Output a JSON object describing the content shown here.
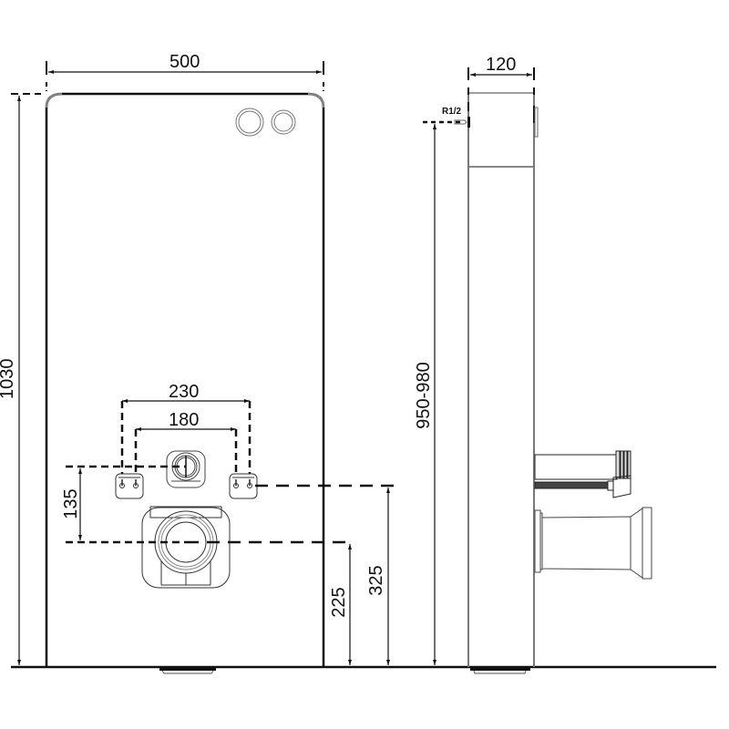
{
  "drawing": {
    "title": "Wall-hung WC installation frame - front and side view",
    "colors": {
      "line": "#111111",
      "thin_line": "#555555",
      "background": "#ffffff"
    },
    "front_view": {
      "width_label": "500",
      "height_label": "1030",
      "outer_bolt_spacing_label": "230",
      "inner_bolt_spacing_label": "180",
      "bolt_to_drain_label": "135",
      "drain_height_label": "225",
      "bolt_height_label": "325",
      "flush_buttons": [
        "button-large",
        "button-small"
      ]
    },
    "side_view": {
      "depth_label": "120",
      "inlet_label": "R1/2",
      "inlet_height_label": "950-980"
    }
  }
}
